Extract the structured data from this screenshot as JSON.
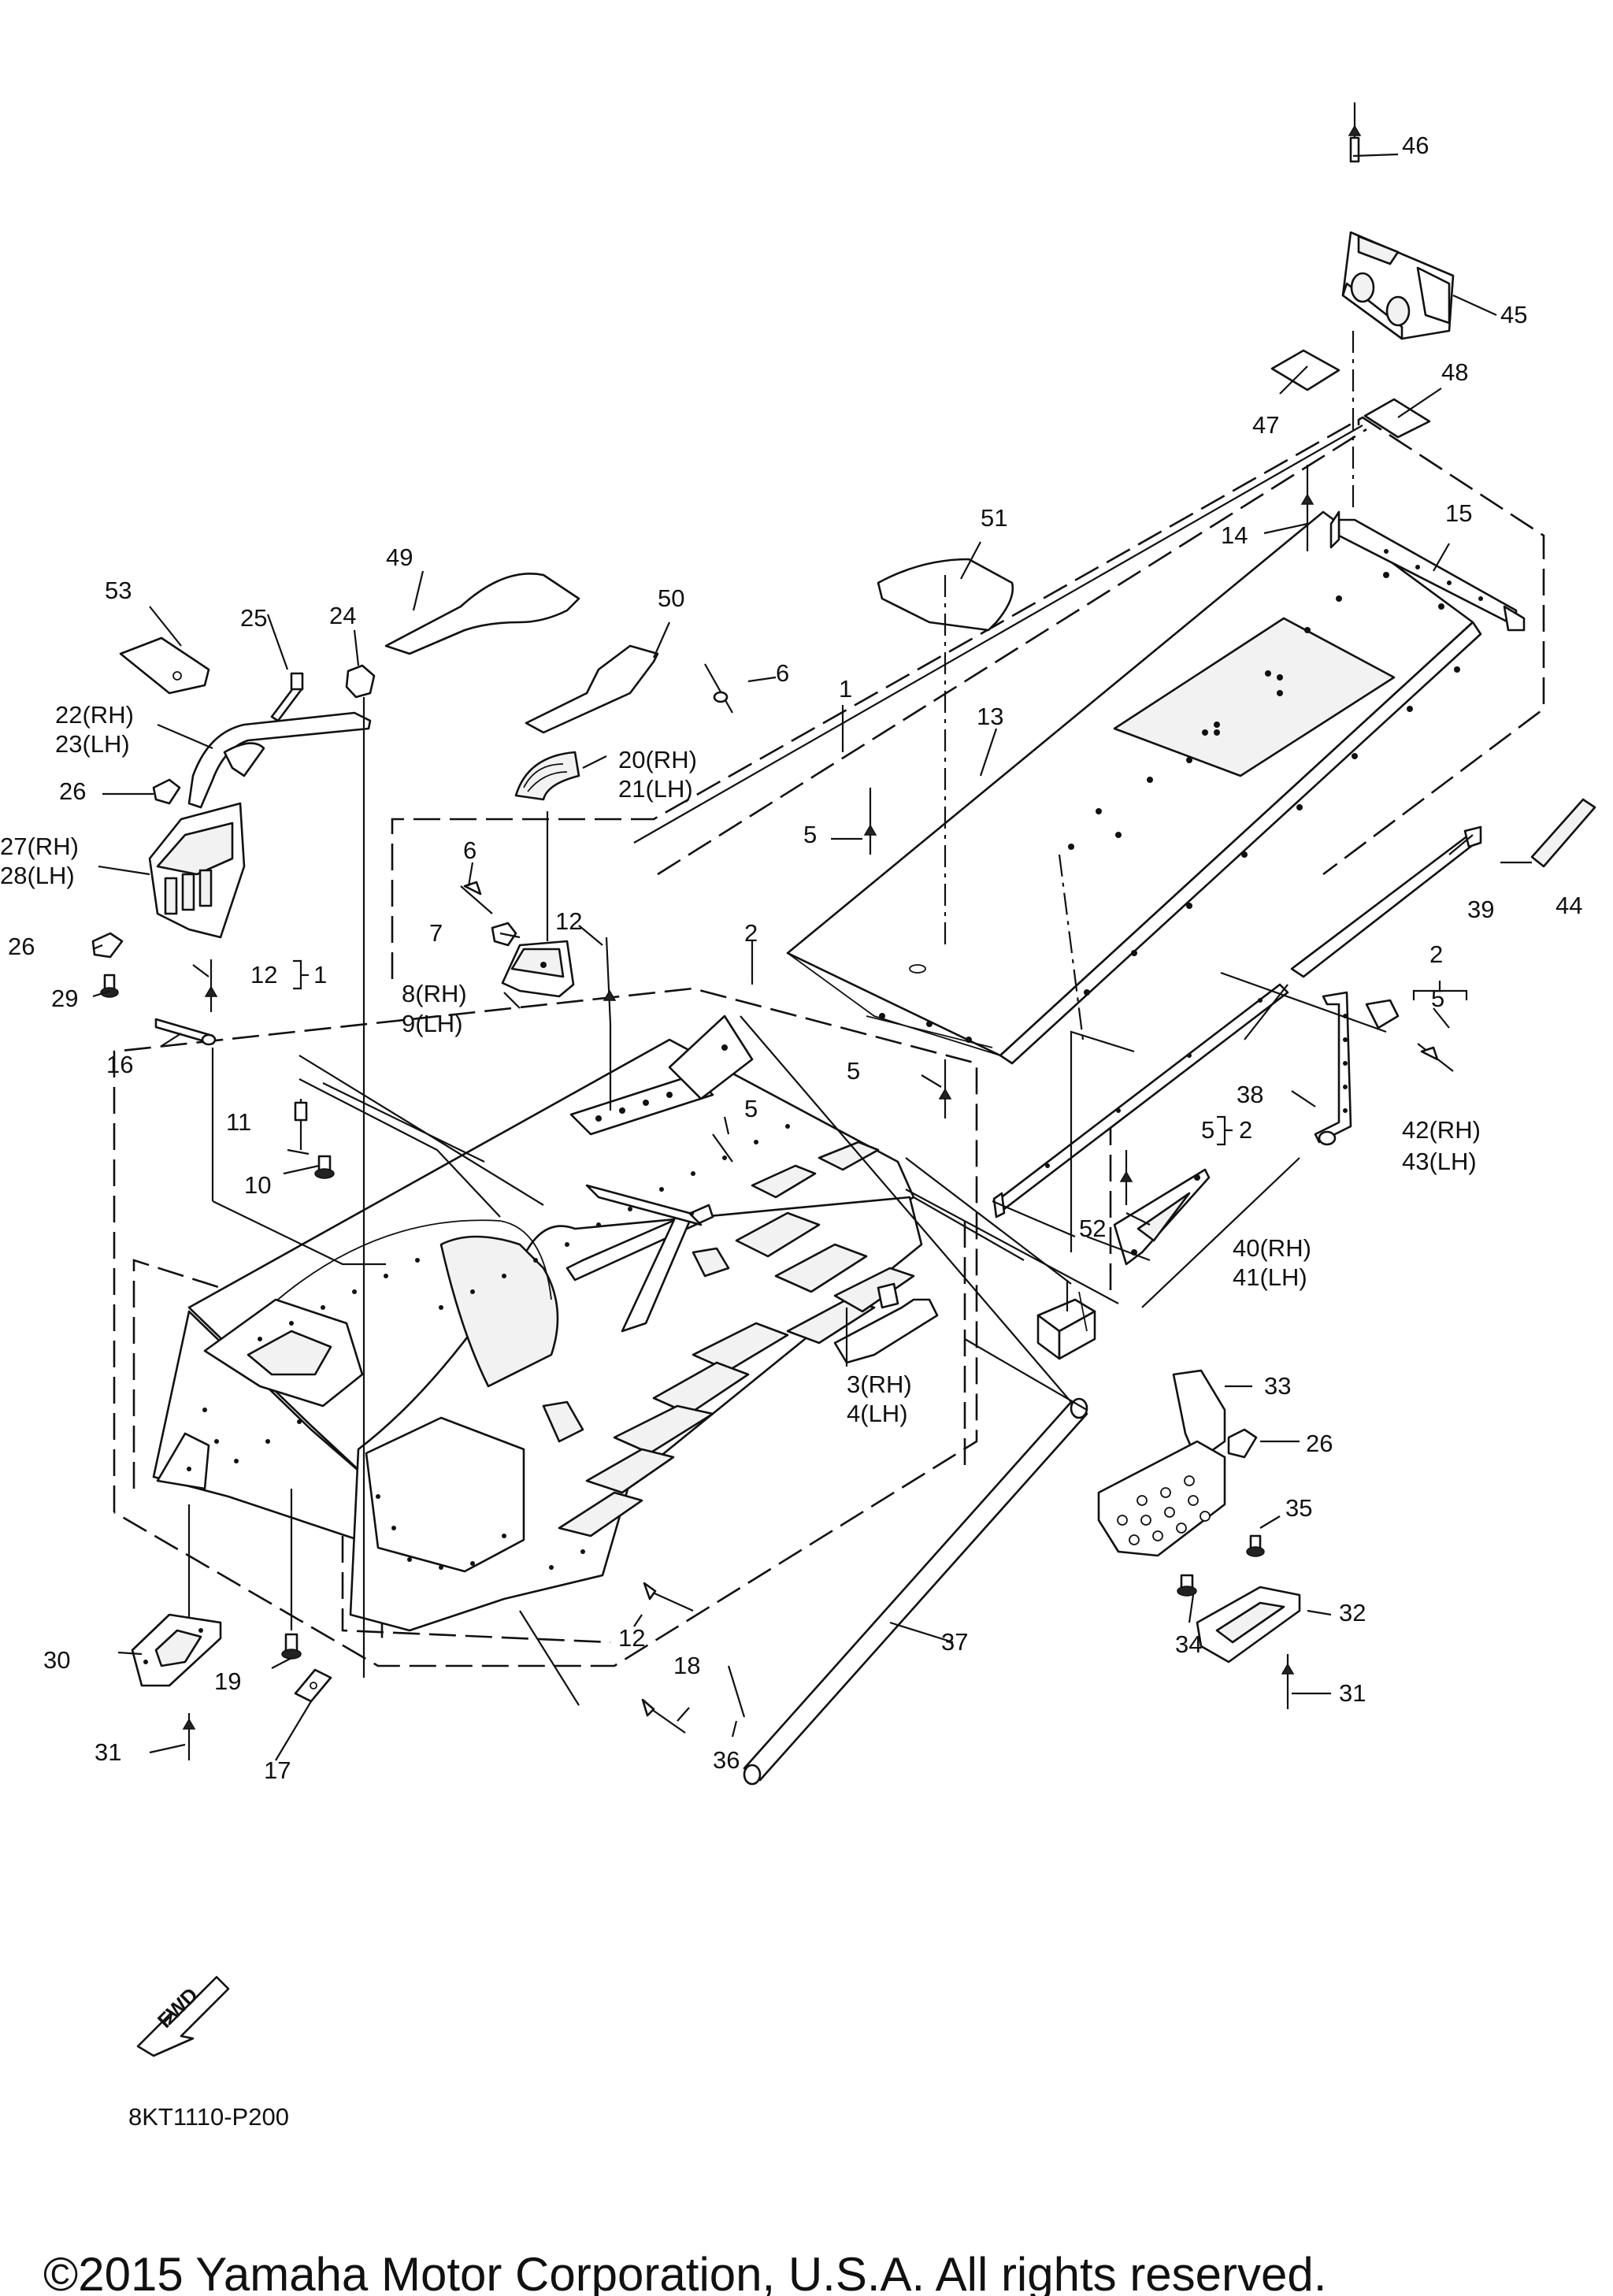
{
  "callouts": [
    {
      "id": "c1",
      "text": "1"
    },
    {
      "id": "c2a",
      "text": "2"
    },
    {
      "id": "c2b",
      "text": "2"
    },
    {
      "id": "c2c",
      "text": "2"
    },
    {
      "id": "c3",
      "text": "3(RH)"
    },
    {
      "id": "c4",
      "text": "4(LH)"
    },
    {
      "id": "c5a",
      "text": "5"
    },
    {
      "id": "c5b",
      "text": "5"
    },
    {
      "id": "c5c",
      "text": "5"
    },
    {
      "id": "c5d",
      "text": "5"
    },
    {
      "id": "c5e",
      "text": "5"
    },
    {
      "id": "c6a",
      "text": "6"
    },
    {
      "id": "c6b",
      "text": "6"
    },
    {
      "id": "c7",
      "text": "7"
    },
    {
      "id": "c8",
      "text": "8(RH)"
    },
    {
      "id": "c9",
      "text": "9(LH)"
    },
    {
      "id": "c10",
      "text": "10"
    },
    {
      "id": "c11",
      "text": "11"
    },
    {
      "id": "c12a",
      "text": "12"
    },
    {
      "id": "c12b",
      "text": "12"
    },
    {
      "id": "c12c",
      "text": "12"
    },
    {
      "id": "c1b",
      "text": "1"
    },
    {
      "id": "c13",
      "text": "13"
    },
    {
      "id": "c14",
      "text": "14"
    },
    {
      "id": "c15",
      "text": "15"
    },
    {
      "id": "c16",
      "text": "16"
    },
    {
      "id": "c17",
      "text": "17"
    },
    {
      "id": "c18",
      "text": "18"
    },
    {
      "id": "c19",
      "text": "19"
    },
    {
      "id": "c20",
      "text": "20(RH)"
    },
    {
      "id": "c21",
      "text": "21(LH)"
    },
    {
      "id": "c22",
      "text": "22(RH)"
    },
    {
      "id": "c23",
      "text": "23(LH)"
    },
    {
      "id": "c24",
      "text": "24"
    },
    {
      "id": "c25",
      "text": "25"
    },
    {
      "id": "c26a",
      "text": "26"
    },
    {
      "id": "c26b",
      "text": "26"
    },
    {
      "id": "c26c",
      "text": "26"
    },
    {
      "id": "c27",
      "text": "27(RH)"
    },
    {
      "id": "c28",
      "text": "28(LH)"
    },
    {
      "id": "c29",
      "text": "29"
    },
    {
      "id": "c30",
      "text": "30"
    },
    {
      "id": "c31a",
      "text": "31"
    },
    {
      "id": "c31b",
      "text": "31"
    },
    {
      "id": "c32",
      "text": "32"
    },
    {
      "id": "c33",
      "text": "33"
    },
    {
      "id": "c34",
      "text": "34"
    },
    {
      "id": "c35",
      "text": "35"
    },
    {
      "id": "c36",
      "text": "36"
    },
    {
      "id": "c37",
      "text": "37"
    },
    {
      "id": "c38",
      "text": "38"
    },
    {
      "id": "c39",
      "text": "39"
    },
    {
      "id": "c40",
      "text": "40(RH)"
    },
    {
      "id": "c41",
      "text": "41(LH)"
    },
    {
      "id": "c42",
      "text": "42(RH)"
    },
    {
      "id": "c43",
      "text": "43(LH)"
    },
    {
      "id": "c44",
      "text": "44"
    },
    {
      "id": "c45",
      "text": "45"
    },
    {
      "id": "c46",
      "text": "46"
    },
    {
      "id": "c47",
      "text": "47"
    },
    {
      "id": "c48",
      "text": "48"
    },
    {
      "id": "c49",
      "text": "49"
    },
    {
      "id": "c50",
      "text": "50"
    },
    {
      "id": "c51",
      "text": "51"
    },
    {
      "id": "c52",
      "text": "52"
    },
    {
      "id": "c53",
      "text": "53"
    }
  ],
  "fwd_label": "FWD",
  "diagram_code": "8KT1110-P200",
  "copyright": "©2015 Yamaha Motor Corporation, U.S.A. All rights reserved."
}
